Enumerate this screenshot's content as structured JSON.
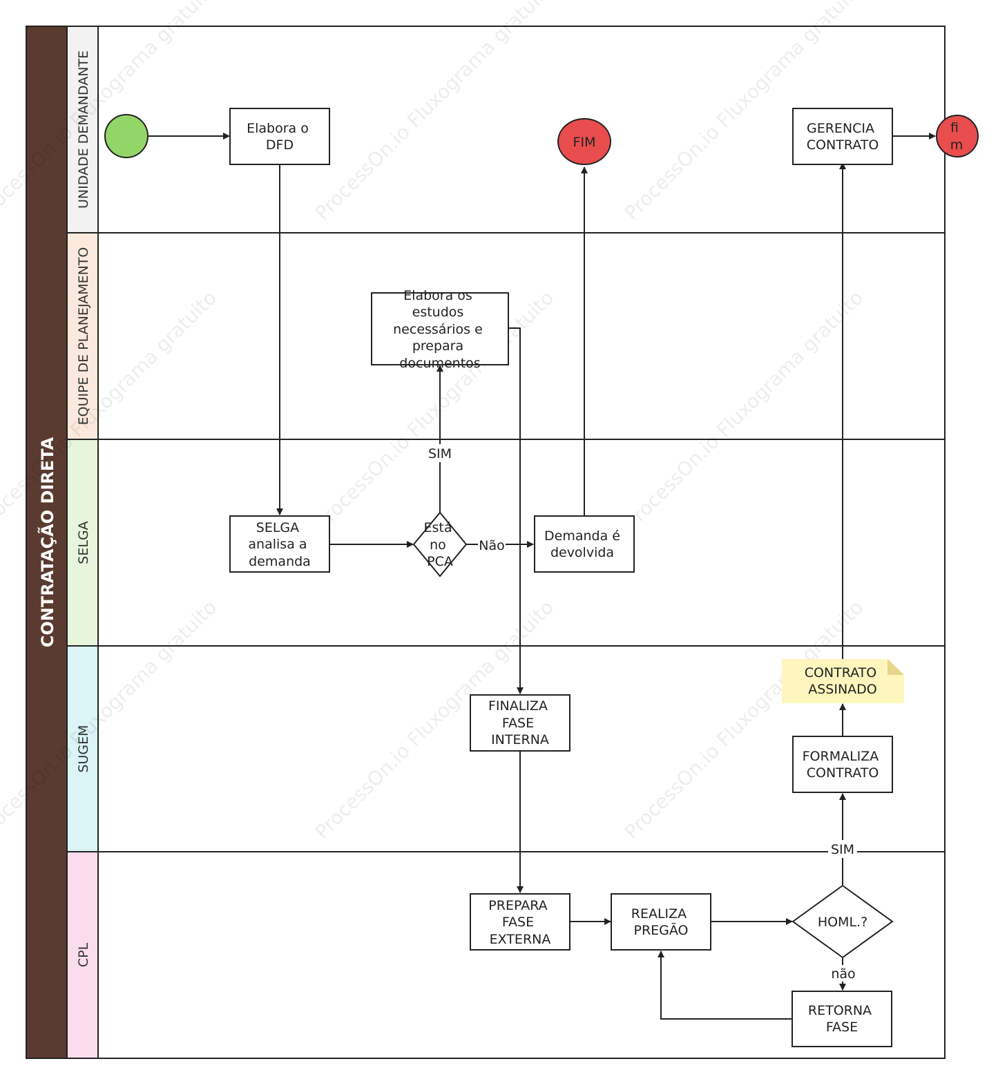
{
  "pool": {
    "label": "CONTRATAÇÃO DIRETA",
    "color": "#5b3a30"
  },
  "lanes": [
    {
      "id": "lane-unidade-demandante",
      "label": "UNIDADE DEMANDANTE",
      "color": "#f2f2f2"
    },
    {
      "id": "lane-equipe-de-planejamento",
      "label": "EQUIPE DE PLANEJAMENTO",
      "color": "#fbe9dd"
    },
    {
      "id": "lane-selga",
      "label": "SELGA",
      "color": "#e6f5dc"
    },
    {
      "id": "lane-sugem",
      "label": "SUGEM",
      "color": "#dbf4f6"
    },
    {
      "id": "lane-cpl",
      "label": "CPL",
      "color": "#fadcec"
    }
  ],
  "nodes": {
    "start": {
      "type": "start-event",
      "label": "",
      "color": "#92d667"
    },
    "elabora_dfd": {
      "type": "task",
      "lines": [
        "Elabora o",
        "DFD"
      ]
    },
    "fim_devolvida": {
      "type": "end-event",
      "lines": [
        "FIM"
      ],
      "color": "#e94d4d"
    },
    "gerencia_contrato": {
      "type": "task",
      "lines": [
        "GERENCIA",
        "CONTRATO"
      ]
    },
    "fim_final": {
      "type": "end-event",
      "lines": [
        "fi",
        "m"
      ],
      "color": "#e94d4d"
    },
    "elabora_estudos": {
      "type": "task",
      "lines": [
        "Elabora os",
        "estudos",
        "necessários e",
        "prepara",
        "documentos"
      ]
    },
    "selga_analisa": {
      "type": "task",
      "lines": [
        "SELGA",
        "analisa a",
        "demanda"
      ]
    },
    "esta_no_pca": {
      "type": "gateway",
      "lines": [
        "Está",
        "no",
        "PCA"
      ]
    },
    "demanda_devolvida": {
      "type": "task",
      "lines": [
        "Demanda é",
        "devolvida"
      ]
    },
    "contrato_assinado": {
      "type": "note",
      "lines": [
        "CONTRATO",
        "ASSINADO"
      ],
      "color": "#fff6be"
    },
    "finaliza_fase_interna": {
      "type": "task",
      "lines": [
        "FINALIZA",
        "FASE",
        "INTERNA"
      ]
    },
    "formaliza_contrato": {
      "type": "task",
      "lines": [
        "FORMALIZA",
        "CONTRATO"
      ]
    },
    "prepara_fase_externa": {
      "type": "task",
      "lines": [
        "PREPARA",
        "FASE",
        "EXTERNA"
      ]
    },
    "realiza_pregao": {
      "type": "task",
      "lines": [
        "REALIZA",
        "PREGÃO"
      ]
    },
    "homl": {
      "type": "gateway",
      "lines": [
        "HOML.?"
      ]
    },
    "retorna_fase": {
      "type": "task",
      "lines": [
        "RETORNA",
        "FASE"
      ]
    }
  },
  "edges": [
    {
      "from": "start",
      "to": "elabora_dfd",
      "label": ""
    },
    {
      "from": "elabora_dfd",
      "to": "selga_analisa",
      "label": ""
    },
    {
      "from": "selga_analisa",
      "to": "esta_no_pca",
      "label": ""
    },
    {
      "from": "esta_no_pca",
      "to": "elabora_estudos",
      "label": "SIM"
    },
    {
      "from": "esta_no_pca",
      "to": "demanda_devolvida",
      "label": "Não"
    },
    {
      "from": "demanda_devolvida",
      "to": "fim_devolvida",
      "label": ""
    },
    {
      "from": "elabora_estudos",
      "to": "finaliza_fase_interna",
      "label": ""
    },
    {
      "from": "finaliza_fase_interna",
      "to": "prepara_fase_externa",
      "label": ""
    },
    {
      "from": "prepara_fase_externa",
      "to": "realiza_pregao",
      "label": ""
    },
    {
      "from": "realiza_pregao",
      "to": "homl",
      "label": ""
    },
    {
      "from": "homl",
      "to": "formaliza_contrato",
      "label": "SIM"
    },
    {
      "from": "homl",
      "to": "retorna_fase",
      "label": "não"
    },
    {
      "from": "retorna_fase",
      "to": "realiza_pregao",
      "label": ""
    },
    {
      "from": "formaliza_contrato",
      "to": "contrato_assinado",
      "label": ""
    },
    {
      "from": "contrato_assinado",
      "to": "gerencia_contrato",
      "label": ""
    },
    {
      "from": "gerencia_contrato",
      "to": "fim_final",
      "label": ""
    }
  ],
  "watermark": {
    "text": "ProcessOn.io Fluxograma gratuito"
  }
}
